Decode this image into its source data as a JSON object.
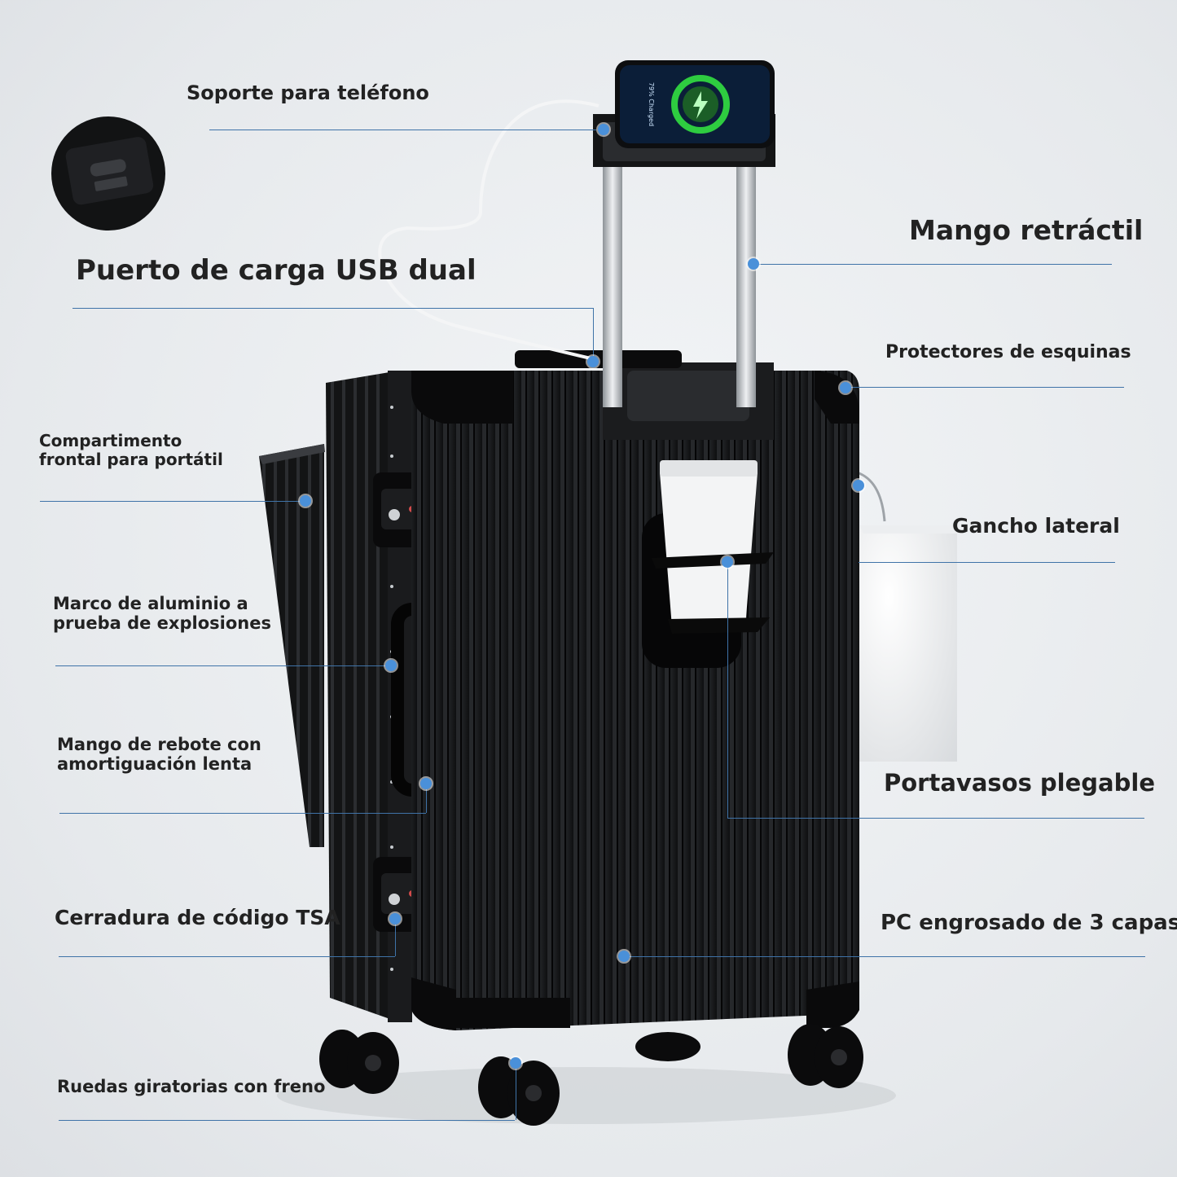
{
  "labels": {
    "phone_holder": "Soporte para teléfono",
    "usb_port": "Puerto de carga USB dual",
    "retractable_handle": "Mango retráctil",
    "corner_protectors": "Protectores de esquinas",
    "laptop_compartment": "Compartimento\nfrontal para portátil",
    "side_hook": "Gancho lateral",
    "aluminum_frame": "Marco de aluminio a\nprueba de explosiones",
    "rebound_handle": "Mango de rebote con\namortiguación lenta",
    "cup_holder": "Portavasos plegable",
    "tsa_lock": "Cerradura de código TSA",
    "pc_shell": "PC engrosado de 3 capas",
    "wheels": "Ruedas giratorias con freno"
  },
  "phone": {
    "status_text": "79% Charged"
  },
  "colors": {
    "accent_dot": "#4a90d9",
    "leader_line": "#3f73a8",
    "suitcase": "#151618",
    "charge_ring": "#2ecc40"
  },
  "icons": [
    "usb-port-icon",
    "lightning-icon"
  ]
}
